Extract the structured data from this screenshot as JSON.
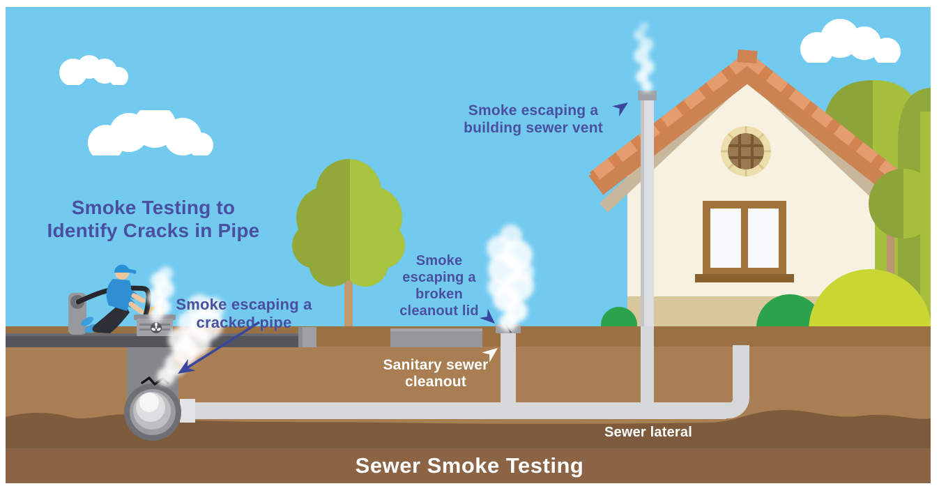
{
  "illustration": {
    "main_title": {
      "line1": "Smoke Testing to",
      "line2": "Identify Cracks in Pipe"
    },
    "footer_title": "Sewer Smoke Testing",
    "callouts": {
      "building_vent": {
        "line1": "Smoke escaping a",
        "line2": "building sewer vent"
      },
      "broken_cleanout": {
        "line1": "Smoke",
        "line2": "escaping a",
        "line3": "broken",
        "line4": "cleanout lid"
      },
      "cracked_pipe": {
        "line1": "Smoke escaping a",
        "line2": "cracked pipe"
      },
      "sanitary_cleanout": {
        "line1": "Sanitary sewer",
        "line2": "cleanout"
      },
      "sewer_lateral": "Sewer lateral"
    },
    "colors": {
      "sky": "#72CAEF",
      "callout_text": "#4B4F9F",
      "callout_arrow": "#3A45A0",
      "surface_label_text": "#FFFFFF",
      "ground_strip": "#9B7144",
      "ground": "#A87E52",
      "deep_soil": "#7D5B3C",
      "footer_band": "#8A6444",
      "road": "#54565B",
      "sidewalk": "#94979C",
      "pipe_light_gray": "#D6D7D9",
      "sewer_main_gray": "#85878B",
      "roof_orange": "#CC8352",
      "roof_tile_light": "#E39D6E",
      "house_wall": "#F7F1E1",
      "house_base": "#D8C79C",
      "window_frame": "#A1743B",
      "tree_dark": "#93A83A",
      "tree_light": "#A9C43F",
      "bush_green": "#2AA34C",
      "bush_chartreuse": "#C9D633",
      "worker_shirt": "#2F8FD2",
      "machine_gray": "#9FA3A8",
      "handle_orange": "#F2A33C"
    }
  }
}
